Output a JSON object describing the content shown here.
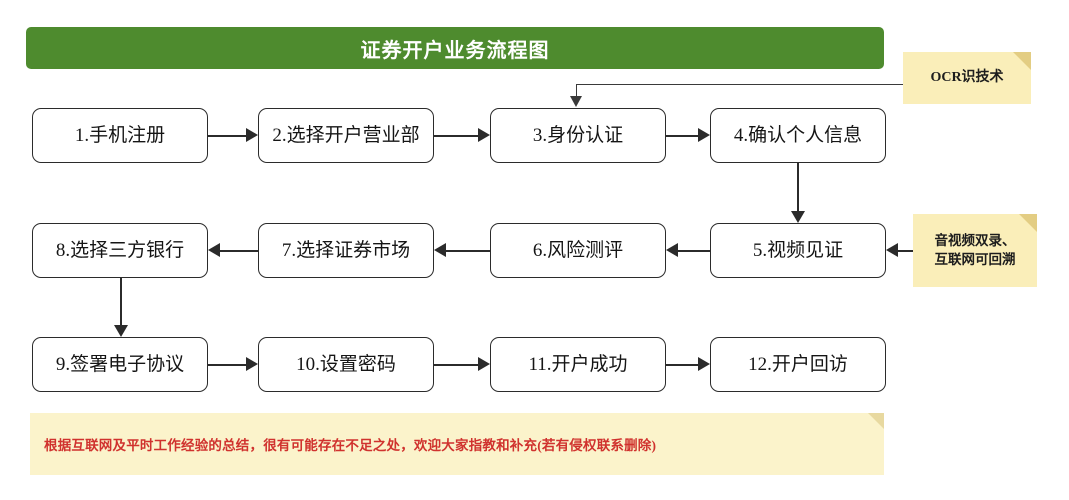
{
  "header": {
    "title": "证券开户业务流程图",
    "bg_color": "#4e8b2e",
    "text_color": "#ffffff"
  },
  "flow": {
    "nodes": [
      {
        "id": "n1",
        "label": "1.手机注册"
      },
      {
        "id": "n2",
        "label": "2.选择开户营业部"
      },
      {
        "id": "n3",
        "label": "3.身份认证"
      },
      {
        "id": "n4",
        "label": "4.确认个人信息"
      },
      {
        "id": "n5",
        "label": "5.视频见证"
      },
      {
        "id": "n6",
        "label": "6.风险测评"
      },
      {
        "id": "n7",
        "label": "7.选择证券市场"
      },
      {
        "id": "n8",
        "label": "8.选择三方银行"
      },
      {
        "id": "n9",
        "label": "9.签署电子协议"
      },
      {
        "id": "n10",
        "label": "10.设置密码"
      },
      {
        "id": "n11",
        "label": "11.开户成功"
      },
      {
        "id": "n12",
        "label": "12.开户回访"
      }
    ],
    "node_border_color": "#2b2b2b",
    "connector_color": "#2b2b2b"
  },
  "annotations": {
    "ocr_note": {
      "text": "OCR识技术",
      "bg_color": "#faeeb9",
      "target": "3.身份认证"
    },
    "video_note": {
      "line1": "音视频双录、",
      "line2": "互联网可回溯",
      "bg_color": "#faeeb9",
      "target": "5.视频见证"
    }
  },
  "footer": {
    "text": "根据互联网及平时工作经验的总结，很有可能存在不足之处，欢迎大家指教和补充(若有侵权联系删除)",
    "bg_color": "#fbf3cb",
    "text_color": "#d0322e"
  }
}
